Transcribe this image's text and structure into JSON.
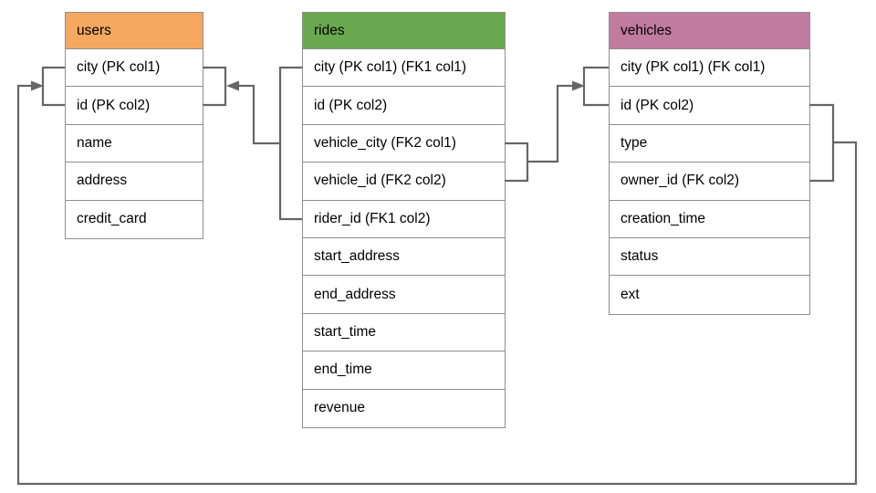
{
  "diagram": {
    "type": "entity-relationship-schema",
    "colors": {
      "users_header": "#f4a860",
      "rides_header": "#6aa84f",
      "vehicles_header": "#c27ba0",
      "connector_line": "#666666",
      "table_border": "#8f8f8f",
      "background": "#ffffff"
    }
  },
  "tables": [
    {
      "name": "users",
      "header_color": "#f4a860",
      "rows": [
        "city (PK col1)",
        "id (PK col2)",
        "name",
        "address",
        "credit_card"
      ]
    },
    {
      "name": "rides",
      "header_color": "#6aa84f",
      "rows": [
        "city (PK col1) (FK1 col1)",
        "id (PK col2)",
        "vehicle_city (FK2 col1)",
        "vehicle_id (FK2 col2)",
        "rider_id (FK1 col2)",
        "start_address",
        "end_address",
        "start_time",
        "end_time",
        "revenue"
      ]
    },
    {
      "name": "vehicles",
      "header_color": "#c27ba0",
      "rows": [
        "city (PK col1) (FK col1)",
        "id (PK col2)",
        "type",
        "owner_id (FK col2)",
        "creation_time",
        "status",
        "ext"
      ]
    }
  ],
  "relationships": [
    {
      "name": "rides FK1 -> users",
      "from_table": "rides",
      "from_rows": [
        "city (PK col1) (FK1 col1)",
        "rider_id (FK1 col2)"
      ],
      "to_table": "users",
      "to_rows": [
        "city (PK col1)",
        "id (PK col2)"
      ],
      "arrow_points_at": "users"
    },
    {
      "name": "rides FK2 -> vehicles",
      "from_table": "rides",
      "from_rows": [
        "vehicle_city (FK2 col1)",
        "vehicle_id (FK2 col2)"
      ],
      "to_table": "vehicles",
      "to_rows": [
        "city (PK col1) (FK col1)",
        "id (PK col2)"
      ],
      "arrow_points_at": "vehicles"
    },
    {
      "name": "vehicles FK -> users",
      "from_table": "vehicles",
      "from_rows": [
        "id (PK col2)",
        "owner_id (FK col2)"
      ],
      "to_table": "users",
      "to_rows": [
        "city (PK col1)",
        "id (PK col2)"
      ],
      "arrow_points_at": "users"
    }
  ]
}
